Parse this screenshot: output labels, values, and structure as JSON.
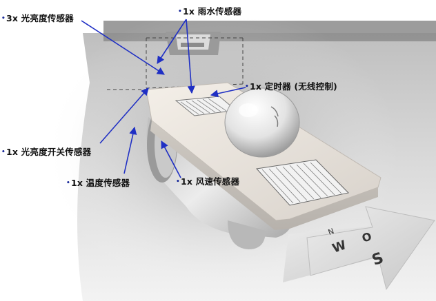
{
  "colors": {
    "arrow": "#1f2fc4",
    "label_text": "#111111",
    "device_body": "#d9d9d9",
    "device_top": "#e6e1da",
    "compass_arrow": "#d7d7d7"
  },
  "labels": {
    "light_sensors": "3x 光亮度传感器",
    "rain_sensor": "1x 雨水传感器",
    "timer": "1x 定时器 (无线控制)",
    "light_switch_sensor": "1x 光亮度开关传感器",
    "temperature_sensor": "1x 温度传感器",
    "wind_sensor": "1x 风速传感器"
  },
  "compass": {
    "n": "N",
    "o": "O",
    "w": "W",
    "s": "S"
  }
}
